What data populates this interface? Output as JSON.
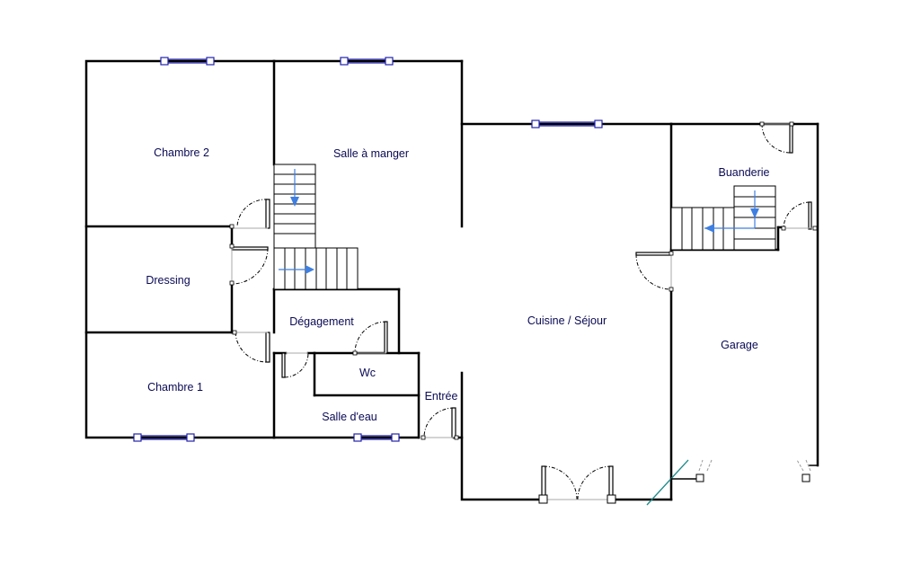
{
  "floor_plan": {
    "rooms": [
      {
        "id": "chambre2",
        "label": "Chambre 2"
      },
      {
        "id": "salle_a_manger",
        "label": "Salle à manger"
      },
      {
        "id": "buanderie",
        "label": "Buanderie"
      },
      {
        "id": "dressing",
        "label": "Dressing"
      },
      {
        "id": "degagement",
        "label": "Dégagement"
      },
      {
        "id": "cuisine_sejour",
        "label": "Cuisine / Séjour"
      },
      {
        "id": "garage",
        "label": "Garage"
      },
      {
        "id": "wc",
        "label": "Wc"
      },
      {
        "id": "entree",
        "label": "Entrée"
      },
      {
        "id": "chambre1",
        "label": "Chambre 1"
      },
      {
        "id": "salle_deau",
        "label": "Salle d'eau"
      }
    ],
    "colors": {
      "wall": "#000000",
      "window": "#2222aa",
      "stair_arrow": "#3f7fe0",
      "label": "#0a0a55",
      "accent_line": "#1f8a8a"
    }
  }
}
